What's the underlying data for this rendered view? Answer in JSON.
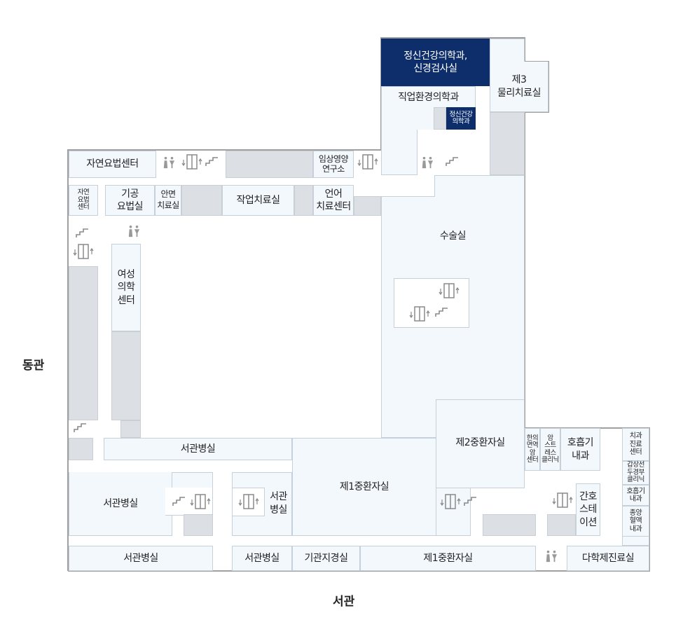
{
  "wings": {
    "east": "동관",
    "west": "서관"
  },
  "rooms": {
    "natural_therapy_center": "자연요법센터",
    "clinical_nutrition": "임상영양\n연구소",
    "natural_therapy_small": "자연\n요법\n센터",
    "qigong": "기공\n요법실",
    "facial": "안면\n치료실",
    "occupational_therapy": "작업치료실",
    "speech_therapy": "언어\n치료센터",
    "psychiatry_neuro": "정신건강의학과,\n신경검사실",
    "physio3": "제3\n물리치료실",
    "occupational_env": "직업환경의학과",
    "psychiatry_small": "정신건강\n의학과",
    "surgery": "수술실",
    "womens_center": "여성\n의학\n센터",
    "west_ward_1": "서관병실",
    "west_ward_2": "서관병실",
    "west_ward_3": "서관\n병실",
    "icu2": "제2중환자실",
    "icu1": "제1중환자실",
    "korean_immuno": "한의\n면역\n암\n센터",
    "stress_clinic": "암\n스트\n레스\n클리닉",
    "pulmonology": "호흡기\n내과",
    "nurse_station": "간호\n스테\n이션",
    "dental": "치과\n진료\n센터",
    "thyroid": "갑상선\n두경부\n클리닉",
    "pulmonology_small": "호흡기\n내과",
    "oncology": "종양\n혈액\n내과",
    "west_ward_bottom1": "서관병실",
    "west_ward_bottom2": "서관병실",
    "bronchoscopy": "기관지경실",
    "icu1_bottom": "제1중환자실",
    "multidisciplinary": "다학제진료실"
  },
  "colors": {
    "room": "#f3f8fd",
    "highlight": "#0e2e6b",
    "service": "#dcdfe3",
    "outline": "#a0a0a0"
  }
}
